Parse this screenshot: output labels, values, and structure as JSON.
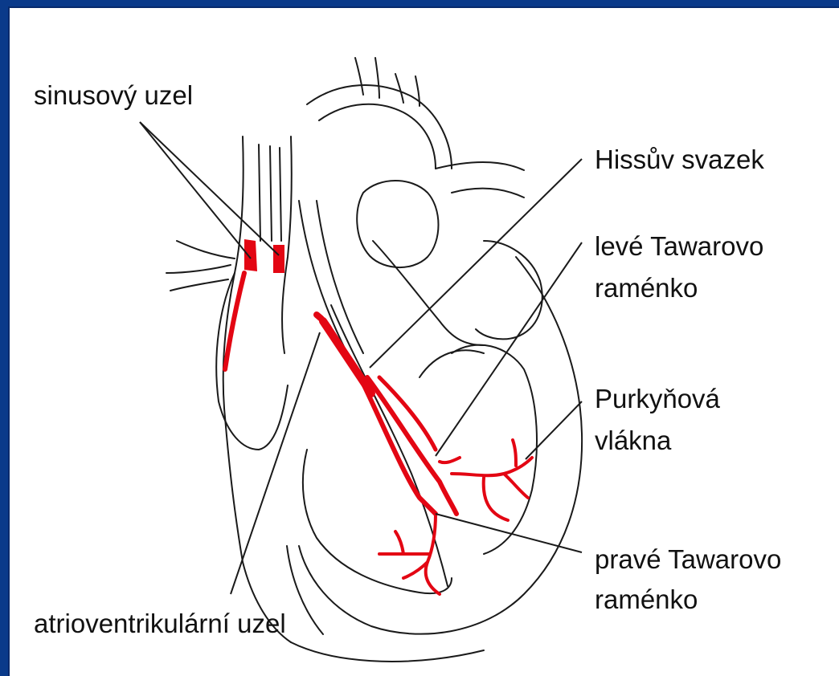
{
  "colors": {
    "border": "#0a3a8a",
    "background": "#ffffff",
    "conduction_system": "#e30613",
    "ink": "#1a1a1a"
  },
  "labels": {
    "sinus_node": "sinusový uzel",
    "his_bundle": "Hissův svazek",
    "left_bundle_line1": "levé Tawarovo",
    "left_bundle_line2": "raménko",
    "purkinje_line1": "Purkyňová",
    "purkinje_line2": "vlákna",
    "right_bundle_line1": "pravé Tawarovo",
    "right_bundle_line2": "raménko",
    "av_node": "atrioventrikulární uzel"
  }
}
